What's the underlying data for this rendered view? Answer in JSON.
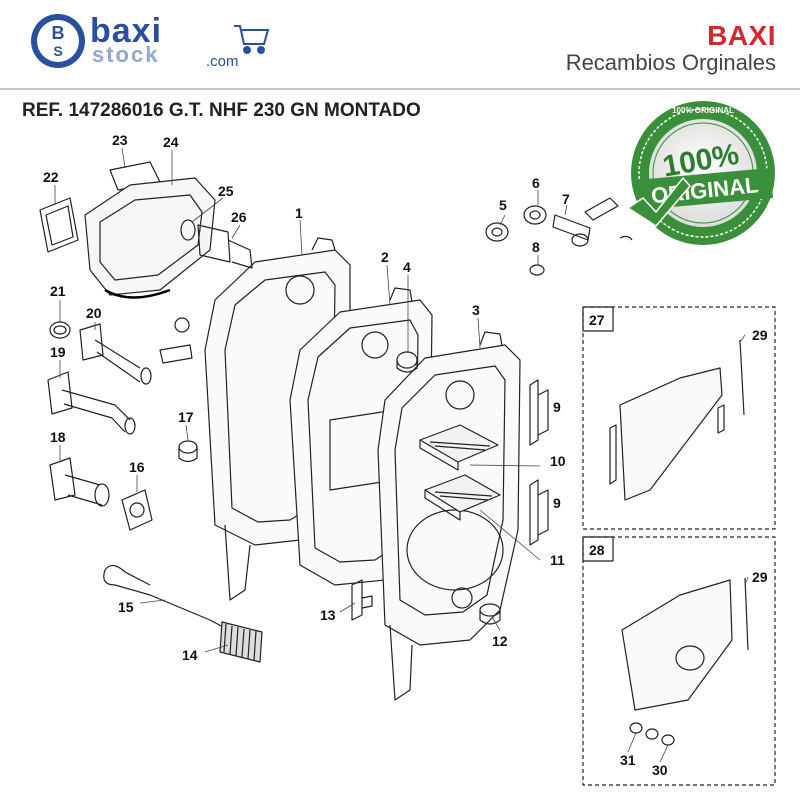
{
  "logo": {
    "letter_b": "B",
    "letter_s": "S",
    "word_top": "baxi",
    "word_bottom": "stock",
    "suffix": ".com",
    "icon": "cart-icon"
  },
  "brand": {
    "name": "BAXI",
    "subtitle": "Recambios Orginales"
  },
  "reference": {
    "title": "REF. 147286016 G.T. NHF 230 GN MONTADO"
  },
  "seal": {
    "top_text": "100% ORIGINAL",
    "main_percent": "100%",
    "main_word": "ORIGINAL",
    "colors": {
      "green": "#3a8f3a",
      "dark": "#1d5a1d"
    }
  },
  "callouts": [
    "1",
    "2",
    "3",
    "4",
    "5",
    "6",
    "7",
    "8",
    "9",
    "9",
    "10",
    "11",
    "12",
    "13",
    "14",
    "15",
    "16",
    "17",
    "18",
    "19",
    "20",
    "21",
    "22",
    "23",
    "24",
    "25",
    "26",
    "27",
    "28",
    "29",
    "29",
    "30",
    "31"
  ],
  "insets": [
    {
      "label": "27"
    },
    {
      "label": "28"
    }
  ]
}
